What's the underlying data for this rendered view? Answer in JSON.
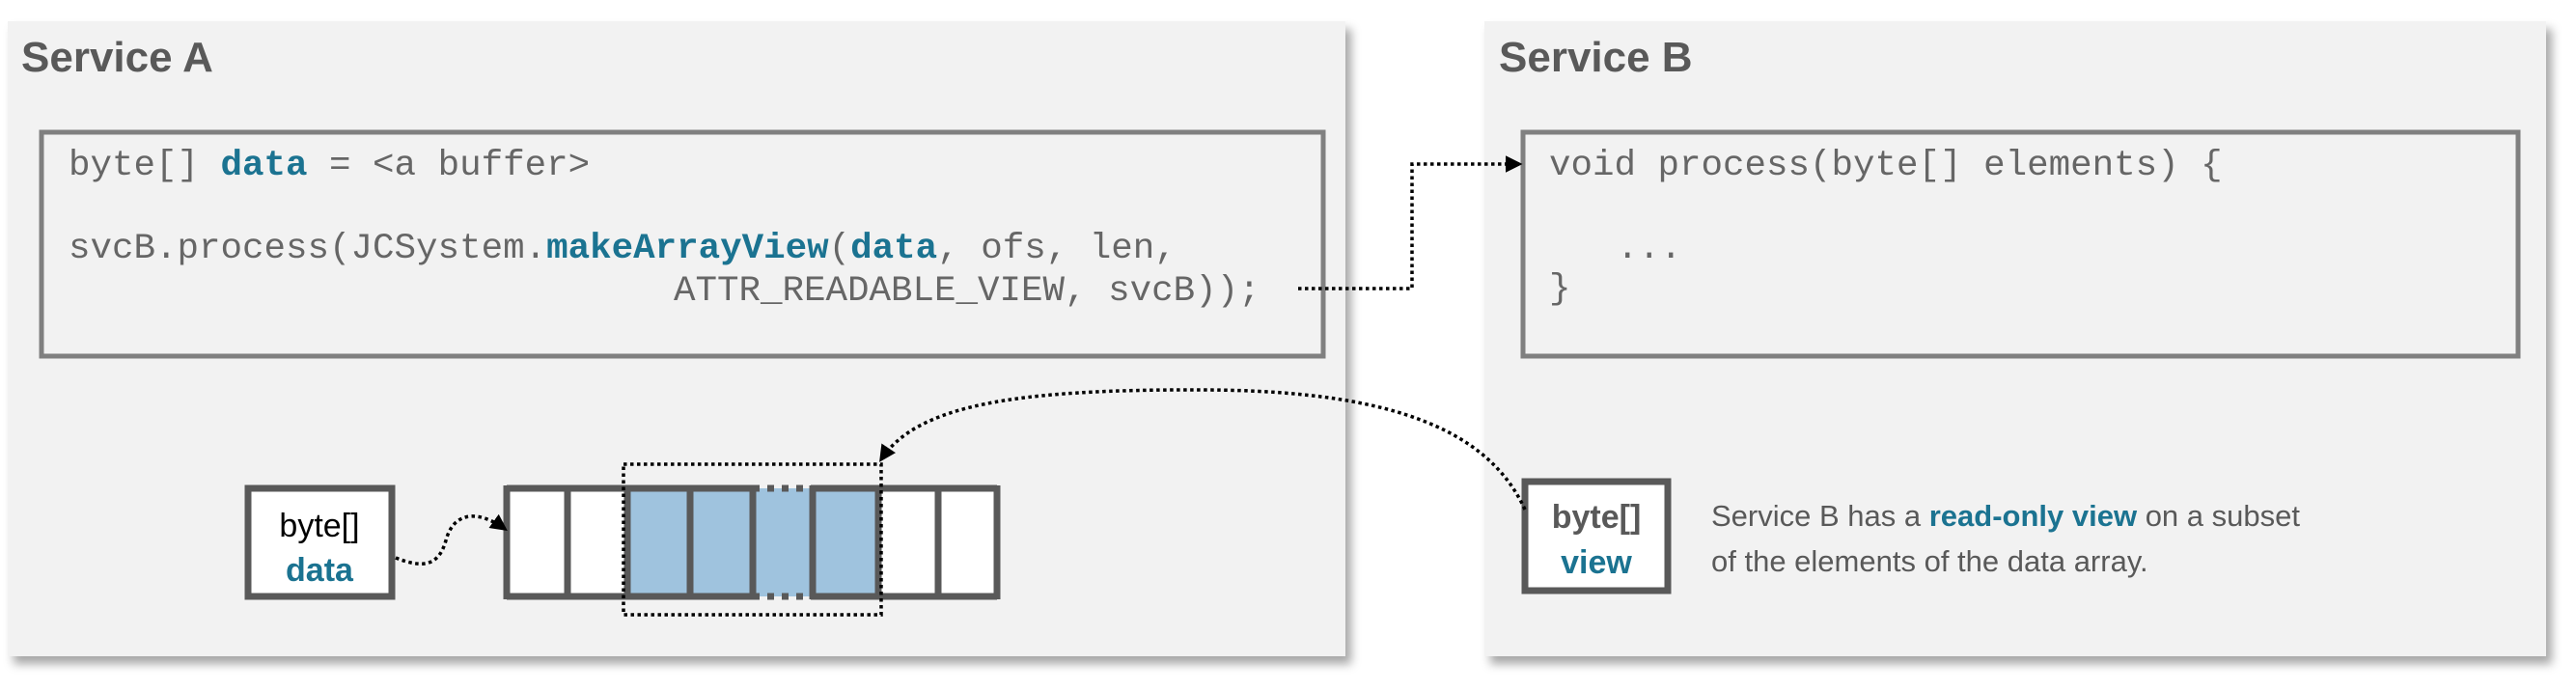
{
  "colors": {
    "panel_bg": "#f2f2f2",
    "accent_teal": "#1b7391",
    "highlight_blue": "#9fc3de",
    "border_dark": "#595959",
    "code_box_border": "#808080"
  },
  "service_a": {
    "title": "Service A",
    "code": {
      "line1": {
        "p1": "byte[] ",
        "p2": "data",
        "p3": " = <a buffer>"
      },
      "line2": {
        "p1": "svcB.process(JCSystem.",
        "p2": "makeArrayView",
        "p3": "(",
        "p4": "data",
        "p5": ", ofs, len,"
      },
      "line3": "ATTR_READABLE_VIEW, svcB));"
    },
    "ref_box": {
      "type": "byte[]",
      "name": "data"
    },
    "array": {
      "cell_count": 8,
      "highlighted_cells": [
        3,
        4,
        5,
        6
      ],
      "elided_cell": 5
    }
  },
  "service_b": {
    "title": "Service B",
    "code": {
      "line1": "void process(byte[] elements) {",
      "line2": "...",
      "line3": "}"
    },
    "ref_box": {
      "type": "byte[]",
      "name": "view"
    },
    "description": {
      "l1_pre": "Service B has a ",
      "l1_em": "read-only view",
      "l1_post": " on a subset",
      "line2": "of the elements of the data array."
    }
  }
}
